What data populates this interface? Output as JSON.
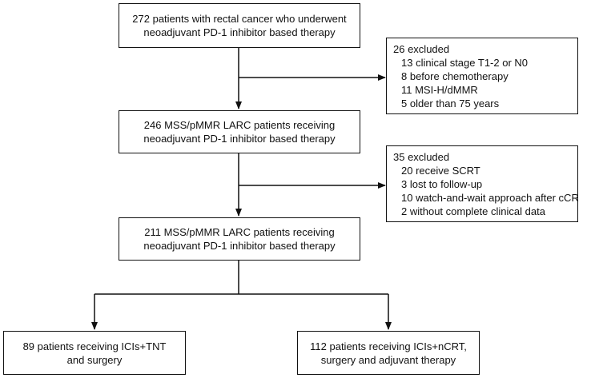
{
  "boxes": {
    "initial": {
      "lines": [
        "272 patients with rectal cancer who underwent",
        "neoadjuvant PD-1 inhibitor based therapy"
      ]
    },
    "excluded_1": {
      "header": "26 excluded",
      "items": [
        "13 clinical stage T1-2 or N0",
        "8 before chemotherapy",
        "11 MSI-H/dMMR",
        "5 older than 75 years"
      ]
    },
    "mss_246": {
      "lines": [
        "246 MSS/pMMR LARC patients receiving",
        "neoadjuvant PD-1 inhibitor based therapy"
      ]
    },
    "excluded_2": {
      "header": "35 excluded",
      "items": [
        "20 receive SCRT",
        "3 lost to follow-up",
        "10 watch-and-wait approach after cCR",
        "2 without complete clinical data"
      ]
    },
    "mss_211": {
      "lines": [
        "211 MSS/pMMR LARC patients receiving",
        "neoadjuvant PD-1 inhibitor based therapy"
      ]
    },
    "tnt": {
      "lines": [
        "89 patients receiving ICIs+TNT",
        "and surgery"
      ]
    },
    "ncrt": {
      "lines": [
        "112 patients receiving ICIs+nCRT,",
        "surgery and adjuvant therapy"
      ]
    }
  }
}
